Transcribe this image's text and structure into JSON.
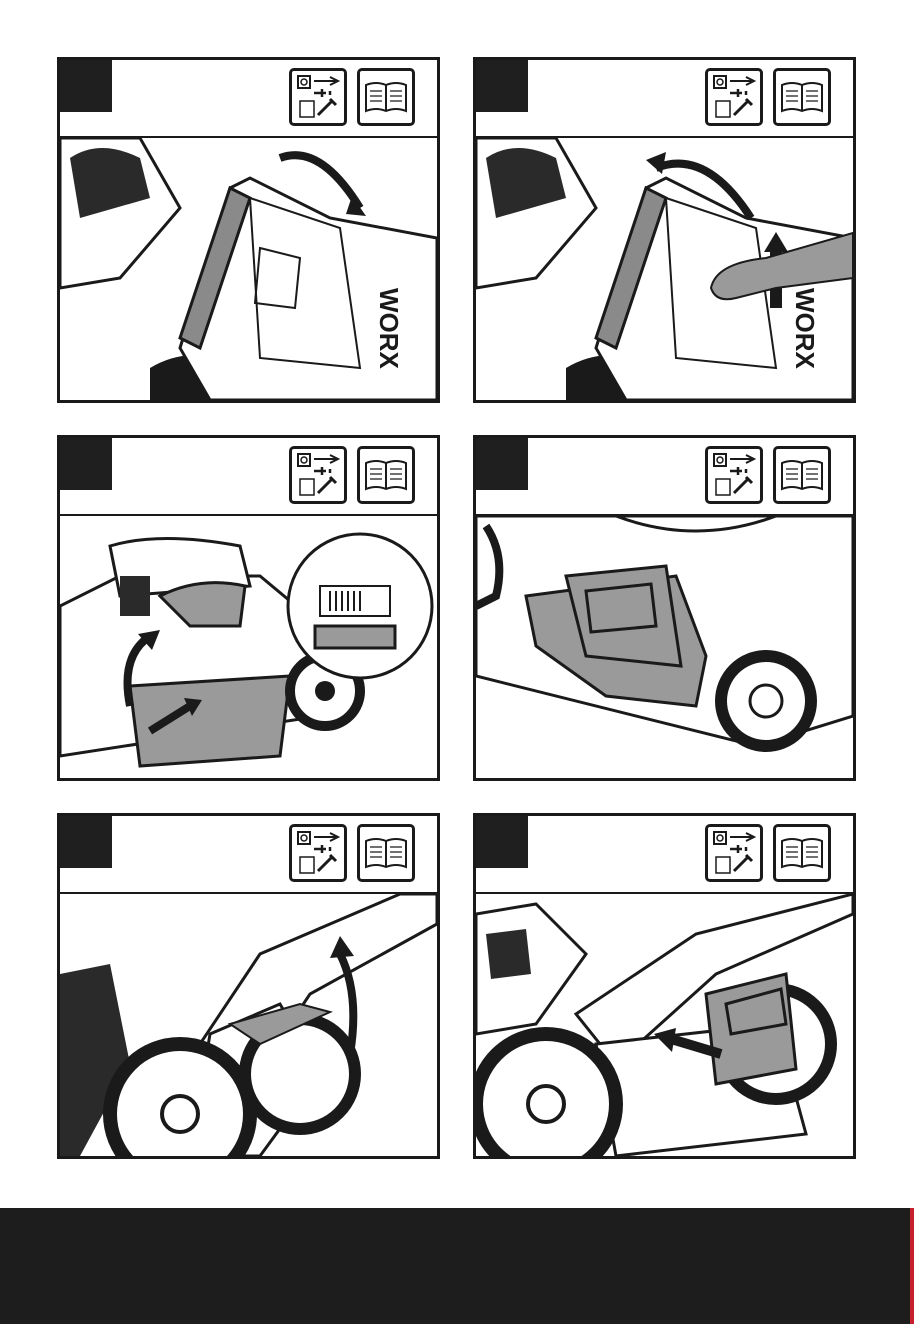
{
  "panels": [
    {
      "id": 1,
      "step": "",
      "scene": "rear-flap-lift",
      "arrows": [
        "curved-right"
      ],
      "hand": false,
      "brand": "WORX"
    },
    {
      "id": 2,
      "step": "",
      "scene": "rear-flap-hold",
      "arrows": [
        "curved-up",
        "straight-up"
      ],
      "hand": true,
      "brand": "WORX"
    },
    {
      "id": 3,
      "step": "",
      "scene": "mulch-plug-insert",
      "arrows": [
        "curved-up",
        "straight-diagonal"
      ],
      "hand": false,
      "brand": "",
      "detail_zoom": true
    },
    {
      "id": 4,
      "step": "",
      "scene": "mulch-plug-installed",
      "arrows": [],
      "hand": false,
      "brand": ""
    },
    {
      "id": 5,
      "step": "",
      "scene": "side-flap-lift",
      "arrows": [
        "curved-up"
      ],
      "hand": false,
      "brand": ""
    },
    {
      "id": 6,
      "step": "",
      "scene": "side-chute-insert",
      "arrows": [
        "straight-left"
      ],
      "hand": false,
      "brand": ""
    }
  ],
  "icons": {
    "disconnect": "unplug-wrench-icon",
    "manual": "open-book-icon"
  },
  "colors": {
    "ink": "#1a1a1a",
    "part_grey": "#9a9a9a",
    "footer": "#1d1d1d",
    "accent": "#c8202b"
  }
}
